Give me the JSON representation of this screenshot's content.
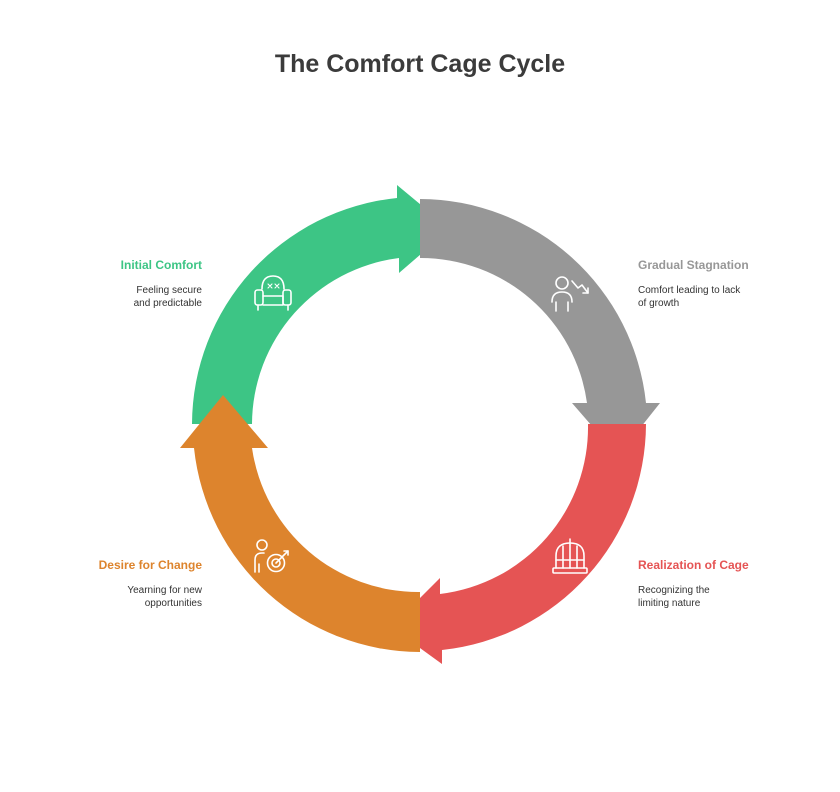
{
  "title": "The Comfort Cage Cycle",
  "steps": [
    {
      "label": "Initial Comfort",
      "description": "Feeling secure and predictable",
      "color": "#3dc585",
      "icon": "armchair-icon"
    },
    {
      "label": "Gradual Stagnation",
      "description": "Comfort leading to lack of growth",
      "color": "#979797",
      "icon": "person-declining-chart-icon"
    },
    {
      "label": "Realization of Cage",
      "description": "Recognizing the limiting nature",
      "color": "#e55454",
      "icon": "birdcage-icon"
    },
    {
      "label": "Desire for Change",
      "description": "Yearning for new opportunities",
      "color": "#dd842d",
      "icon": "person-target-icon"
    }
  ]
}
